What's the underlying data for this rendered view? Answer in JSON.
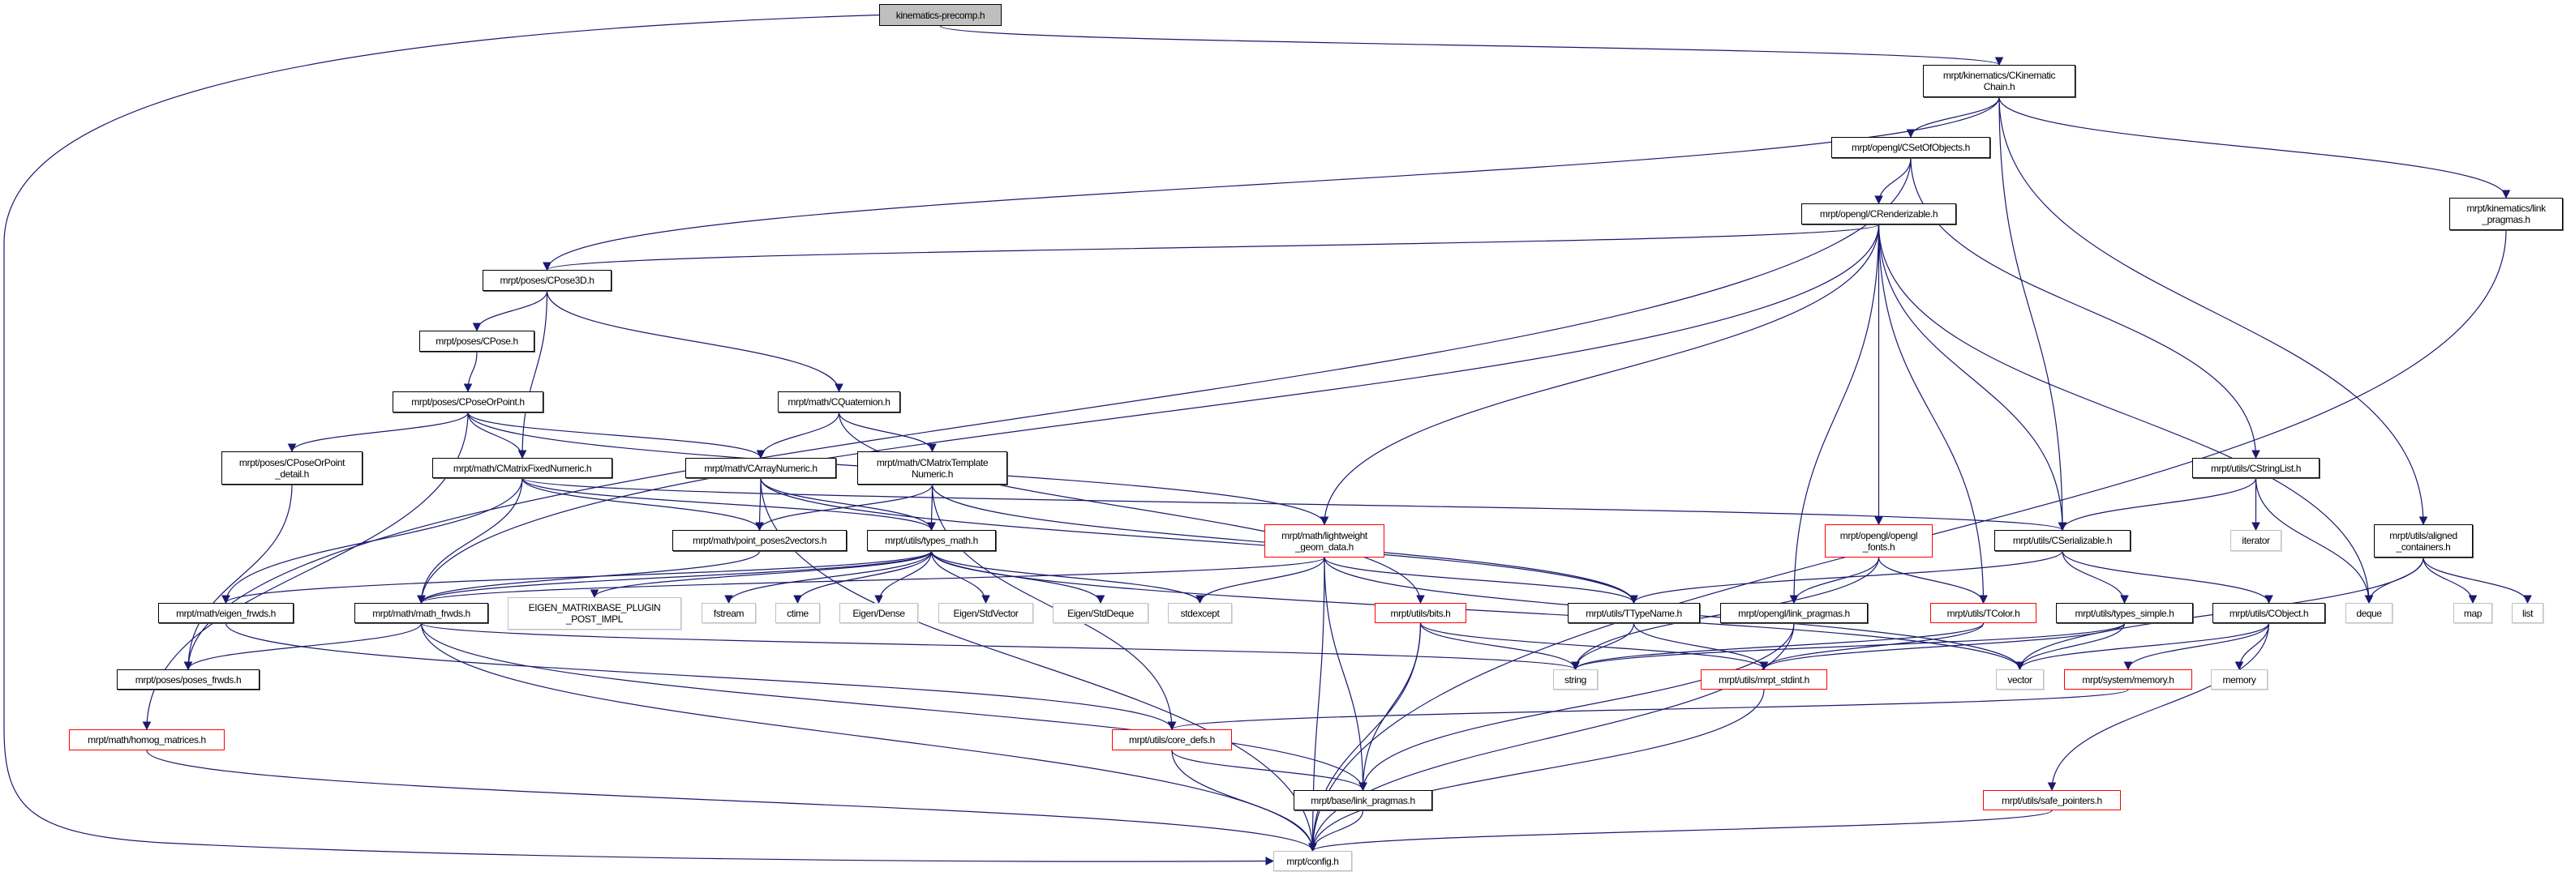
{
  "graph": {
    "edge_color": "#191970",
    "nodes": [
      {
        "id": "main",
        "label": "kinematics-precomp.h",
        "type": "current"
      },
      {
        "id": "ckc",
        "label": "mrpt/kinematics/CKinematic\nChain.h",
        "type": "documented"
      },
      {
        "id": "cset",
        "label": "mrpt/opengl/CSetOfObjects.h",
        "type": "documented"
      },
      {
        "id": "crend",
        "label": "mrpt/opengl/CRenderizable.h",
        "type": "documented"
      },
      {
        "id": "klp",
        "label": "mrpt/kinematics/link\n_pragmas.h",
        "type": "documented"
      },
      {
        "id": "cpose3d",
        "label": "mrpt/poses/CPose3D.h",
        "type": "documented"
      },
      {
        "id": "cpose",
        "label": "mrpt/poses/CPose.h",
        "type": "documented"
      },
      {
        "id": "cpop",
        "label": "mrpt/poses/CPoseOrPoint.h",
        "type": "documented"
      },
      {
        "id": "cquat",
        "label": "mrpt/math/CQuaternion.h",
        "type": "documented"
      },
      {
        "id": "cpopd",
        "label": "mrpt/poses/CPoseOrPoint\n_detail.h",
        "type": "documented"
      },
      {
        "id": "cmfn",
        "label": "mrpt/math/CMatrixFixedNumeric.h",
        "type": "documented"
      },
      {
        "id": "can",
        "label": "mrpt/math/CArrayNumeric.h",
        "type": "documented"
      },
      {
        "id": "cmtn",
        "label": "mrpt/math/CMatrixTemplate\nNumeric.h",
        "type": "documented"
      },
      {
        "id": "pp2v",
        "label": "mrpt/math/point_poses2vectors.h",
        "type": "documented"
      },
      {
        "id": "tmath",
        "label": "mrpt/utils/types_math.h",
        "type": "documented"
      },
      {
        "id": "lgd",
        "label": "mrpt/math/lightweight\n_geom_data.h",
        "type": "truncated"
      },
      {
        "id": "cstrl",
        "label": "mrpt/utils/CStringList.h",
        "type": "documented"
      },
      {
        "id": "fonts",
        "label": "mrpt/opengl/opengl\n_fonts.h",
        "type": "truncated"
      },
      {
        "id": "cser",
        "label": "mrpt/utils/CSerializable.h",
        "type": "documented"
      },
      {
        "id": "iter",
        "label": "iterator",
        "type": "external"
      },
      {
        "id": "aligned",
        "label": "mrpt/utils/aligned\n_containers.h",
        "type": "documented"
      },
      {
        "id": "eigenf",
        "label": "mrpt/math/eigen_frwds.h",
        "type": "documented"
      },
      {
        "id": "mathf",
        "label": "mrpt/math/math_frwds.h",
        "type": "documented"
      },
      {
        "id": "eigenplug",
        "label": "EIGEN_MATRIXBASE_PLUGIN\n_POST_IMPL",
        "type": "external"
      },
      {
        "id": "fstream",
        "label": "fstream",
        "type": "external"
      },
      {
        "id": "ctime",
        "label": "ctime",
        "type": "external"
      },
      {
        "id": "edense",
        "label": "Eigen/Dense",
        "type": "external"
      },
      {
        "id": "estdv",
        "label": "Eigen/StdVector",
        "type": "external"
      },
      {
        "id": "estdd",
        "label": "Eigen/StdDeque",
        "type": "external"
      },
      {
        "id": "stdexc",
        "label": "stdexcept",
        "type": "external"
      },
      {
        "id": "bits",
        "label": "mrpt/utils/bits.h",
        "type": "truncated"
      },
      {
        "id": "ttn",
        "label": "mrpt/utils/TTypeName.h",
        "type": "documented"
      },
      {
        "id": "glp",
        "label": "mrpt/opengl/link_pragmas.h",
        "type": "documented"
      },
      {
        "id": "tcolor",
        "label": "mrpt/utils/TColor.h",
        "type": "truncated"
      },
      {
        "id": "tsimple",
        "label": "mrpt/utils/types_simple.h",
        "type": "documented"
      },
      {
        "id": "cobj",
        "label": "mrpt/utils/CObject.h",
        "type": "documented"
      },
      {
        "id": "deque",
        "label": "deque",
        "type": "external"
      },
      {
        "id": "map",
        "label": "map",
        "type": "external"
      },
      {
        "id": "list",
        "label": "list",
        "type": "external"
      },
      {
        "id": "posesf",
        "label": "mrpt/poses/poses_frwds.h",
        "type": "documented"
      },
      {
        "id": "string",
        "label": "string",
        "type": "external"
      },
      {
        "id": "stdint",
        "label": "mrpt/utils/mrpt_stdint.h",
        "type": "truncated"
      },
      {
        "id": "vector",
        "label": "vector",
        "type": "external"
      },
      {
        "id": "sysmem",
        "label": "mrpt/system/memory.h",
        "type": "truncated"
      },
      {
        "id": "memory",
        "label": "memory",
        "type": "external"
      },
      {
        "id": "homog",
        "label": "mrpt/math/homog_matrices.h",
        "type": "truncated"
      },
      {
        "id": "coredefs",
        "label": "mrpt/utils/core_defs.h",
        "type": "truncated"
      },
      {
        "id": "blp",
        "label": "mrpt/base/link_pragmas.h",
        "type": "documented"
      },
      {
        "id": "safep",
        "label": "mrpt/utils/safe_pointers.h",
        "type": "truncated"
      },
      {
        "id": "config",
        "label": "mrpt/config.h",
        "type": "external"
      }
    ],
    "edges": [
      [
        "main",
        "ckc"
      ],
      [
        "main",
        "config"
      ],
      [
        "ckc",
        "cset"
      ],
      [
        "ckc",
        "cpose3d"
      ],
      [
        "ckc",
        "cser"
      ],
      [
        "ckc",
        "aligned"
      ],
      [
        "ckc",
        "klp"
      ],
      [
        "cset",
        "crend"
      ],
      [
        "cset",
        "cstrl"
      ],
      [
        "cset",
        "posesf"
      ],
      [
        "crend",
        "cpose3d"
      ],
      [
        "crend",
        "mathf"
      ],
      [
        "crend",
        "lgd"
      ],
      [
        "crend",
        "glp"
      ],
      [
        "crend",
        "fonts"
      ],
      [
        "crend",
        "tcolor"
      ],
      [
        "crend",
        "cser"
      ],
      [
        "crend",
        "deque"
      ],
      [
        "cpose3d",
        "cpose"
      ],
      [
        "cpose3d",
        "cmfn"
      ],
      [
        "cpose3d",
        "cquat"
      ],
      [
        "cpose",
        "cpop"
      ],
      [
        "cpop",
        "cpopd"
      ],
      [
        "cpop",
        "cmfn"
      ],
      [
        "cpop",
        "can"
      ],
      [
        "cpop",
        "homog"
      ],
      [
        "cpop",
        "lgd"
      ],
      [
        "cpopd",
        "posesf"
      ],
      [
        "cquat",
        "can"
      ],
      [
        "cquat",
        "cmtn"
      ],
      [
        "cquat",
        "bits"
      ],
      [
        "cmfn",
        "eigenf"
      ],
      [
        "cmfn",
        "mathf"
      ],
      [
        "cmfn",
        "pp2v"
      ],
      [
        "cmfn",
        "tmath"
      ],
      [
        "cmfn",
        "cser"
      ],
      [
        "can",
        "config"
      ],
      [
        "can",
        "pp2v"
      ],
      [
        "can",
        "tmath"
      ],
      [
        "can",
        "ttn"
      ],
      [
        "cmtn",
        "tmath"
      ],
      [
        "cmtn",
        "pp2v"
      ],
      [
        "cmtn",
        "ttn"
      ],
      [
        "cmtn",
        "coredefs"
      ],
      [
        "pp2v",
        "mathf"
      ],
      [
        "tmath",
        "mathf"
      ],
      [
        "tmath",
        "eigenf"
      ],
      [
        "tmath",
        "eigenplug"
      ],
      [
        "tmath",
        "fstream"
      ],
      [
        "tmath",
        "ctime"
      ],
      [
        "tmath",
        "edense"
      ],
      [
        "tmath",
        "estdv"
      ],
      [
        "tmath",
        "estdd"
      ],
      [
        "tmath",
        "stdexc"
      ],
      [
        "tmath",
        "vector"
      ],
      [
        "lgd",
        "mathf"
      ],
      [
        "lgd",
        "stdexc"
      ],
      [
        "lgd",
        "config"
      ],
      [
        "lgd",
        "blp"
      ],
      [
        "lgd",
        "ttn"
      ],
      [
        "lgd",
        "vector"
      ],
      [
        "mathf",
        "posesf"
      ],
      [
        "mathf",
        "string"
      ],
      [
        "mathf",
        "blp"
      ],
      [
        "mathf",
        "config"
      ],
      [
        "eigenf",
        "coredefs"
      ],
      [
        "homog",
        "config"
      ],
      [
        "bits",
        "string"
      ],
      [
        "bits",
        "stdint"
      ],
      [
        "bits",
        "blp"
      ],
      [
        "bits",
        "config"
      ],
      [
        "ttn",
        "string"
      ],
      [
        "ttn",
        "stdint"
      ],
      [
        "glp",
        "blp"
      ],
      [
        "glp",
        "config"
      ],
      [
        "stdint",
        "config"
      ],
      [
        "coredefs",
        "blp"
      ],
      [
        "coredefs",
        "config"
      ],
      [
        "blp",
        "config"
      ],
      [
        "fonts",
        "glp"
      ],
      [
        "fonts",
        "tcolor"
      ],
      [
        "fonts",
        "string"
      ],
      [
        "tcolor",
        "stdint"
      ],
      [
        "tcolor",
        "string"
      ],
      [
        "cser",
        "ttn"
      ],
      [
        "cser",
        "tsimple"
      ],
      [
        "cser",
        "cobj"
      ],
      [
        "tsimple",
        "string"
      ],
      [
        "tsimple",
        "vector"
      ],
      [
        "tsimple",
        "stdint"
      ],
      [
        "cobj",
        "vector"
      ],
      [
        "cobj",
        "sysmem"
      ],
      [
        "cobj",
        "memory"
      ],
      [
        "cobj",
        "safep"
      ],
      [
        "sysmem",
        "coredefs"
      ],
      [
        "safep",
        "config"
      ],
      [
        "cstrl",
        "cser"
      ],
      [
        "cstrl",
        "iter"
      ],
      [
        "cstrl",
        "deque"
      ],
      [
        "aligned",
        "deque"
      ],
      [
        "aligned",
        "map"
      ],
      [
        "aligned",
        "list"
      ],
      [
        "aligned",
        "vector"
      ],
      [
        "klp",
        "config"
      ]
    ]
  }
}
